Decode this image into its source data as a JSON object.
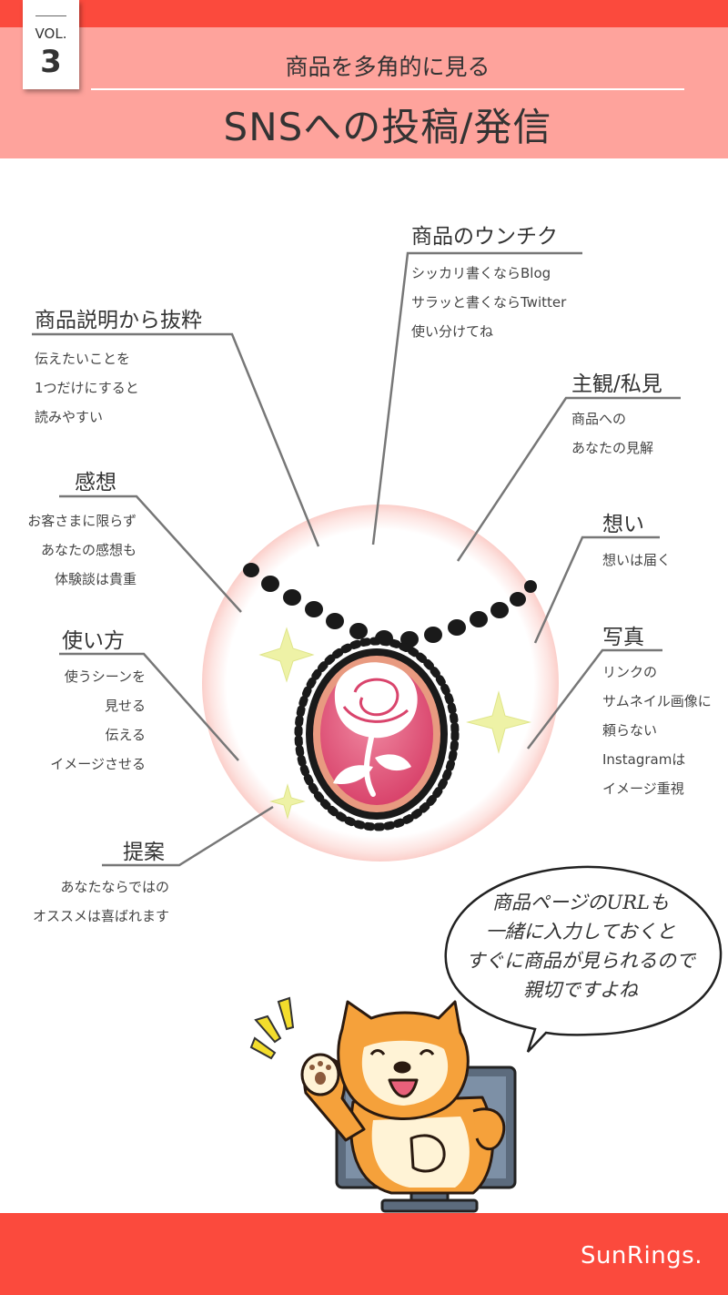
{
  "header": {
    "vol_label": "VOL.",
    "vol_number": "3",
    "subtitle": "商品を多角的に見る",
    "title": "SNSへの投稿/発信"
  },
  "items": {
    "untiku": {
      "label": "商品のウンチク",
      "lines": [
        "シッカリ書くならBlog",
        "サラッと書くならTwitter",
        "使い分けてね"
      ]
    },
    "excerpt": {
      "label": "商品説明から抜粋",
      "lines": [
        "伝えたいことを",
        "1つだけにすると",
        "読みやすい"
      ]
    },
    "opinion": {
      "label": "主観/私見",
      "lines": [
        "商品への",
        "あなたの見解"
      ]
    },
    "impression": {
      "label": "感想",
      "lines": [
        "お客さまに限らず",
        "あなたの感想も",
        "体験談は貴重"
      ]
    },
    "feeling": {
      "label": "想い",
      "lines": [
        "想いは届く"
      ]
    },
    "usage": {
      "label": "使い方",
      "lines": [
        "使うシーンを",
        "見せる",
        "伝える",
        "イメージさせる"
      ]
    },
    "photo": {
      "label": "写真",
      "lines": [
        "リンクの",
        "サムネイル画像に",
        "頼らない",
        "Instagramは",
        "イメージ重視"
      ]
    },
    "proposal": {
      "label": "提案",
      "lines": [
        "あなたならではの",
        "オススメは喜ばれます"
      ]
    }
  },
  "speech": {
    "lines": [
      "商品ページのURLも",
      "一緒に入力しておくと",
      "すぐに商品が見られるので",
      "親切ですよね"
    ]
  },
  "footer": {
    "brand": "SunRings."
  },
  "colors": {
    "accent_red": "#fb4a3d",
    "header_pink": "#fea39c",
    "cameo_pink": "#e0507a"
  },
  "icons": [
    "necklace-illustration",
    "rose-cameo-icon",
    "sparkle-icon",
    "shiba-dog-mascot-icon",
    "monitor-icon",
    "speech-bubble-icon"
  ]
}
